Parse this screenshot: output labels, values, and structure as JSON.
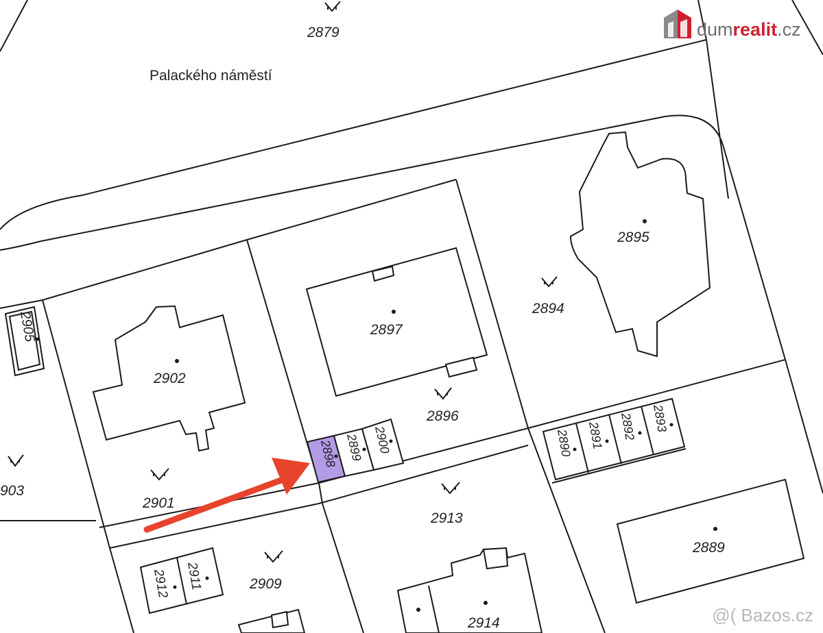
{
  "street_name": "Palackého náměstí",
  "parcels": {
    "p2879": "2879",
    "p2905": "2905",
    "p2902": "2902",
    "p2897": "2897",
    "p2895": "2895",
    "p2894": "2894",
    "p2896": "2896",
    "p2898": "2898",
    "p2899": "2899",
    "p2900": "2900",
    "p2890": "2890",
    "p2891": "2891",
    "p2892": "2892",
    "p2893": "2893",
    "p2903": "903",
    "p2901": "2901",
    "p2913": "2913",
    "p2889": "2889",
    "p2909": "2909",
    "p2912": "2912",
    "p2911": "2911",
    "p2914": "2914"
  },
  "highlight": {
    "parcel": "2898",
    "fill_color": "#b49be6",
    "arrow_color": "#e8432d"
  },
  "logo": {
    "part1": "dum",
    "part2": "realit",
    "part3": ".cz",
    "gray_color": "#6e6e6e",
    "red_color": "#d0202e"
  },
  "watermark": "@( Bazos.cz"
}
